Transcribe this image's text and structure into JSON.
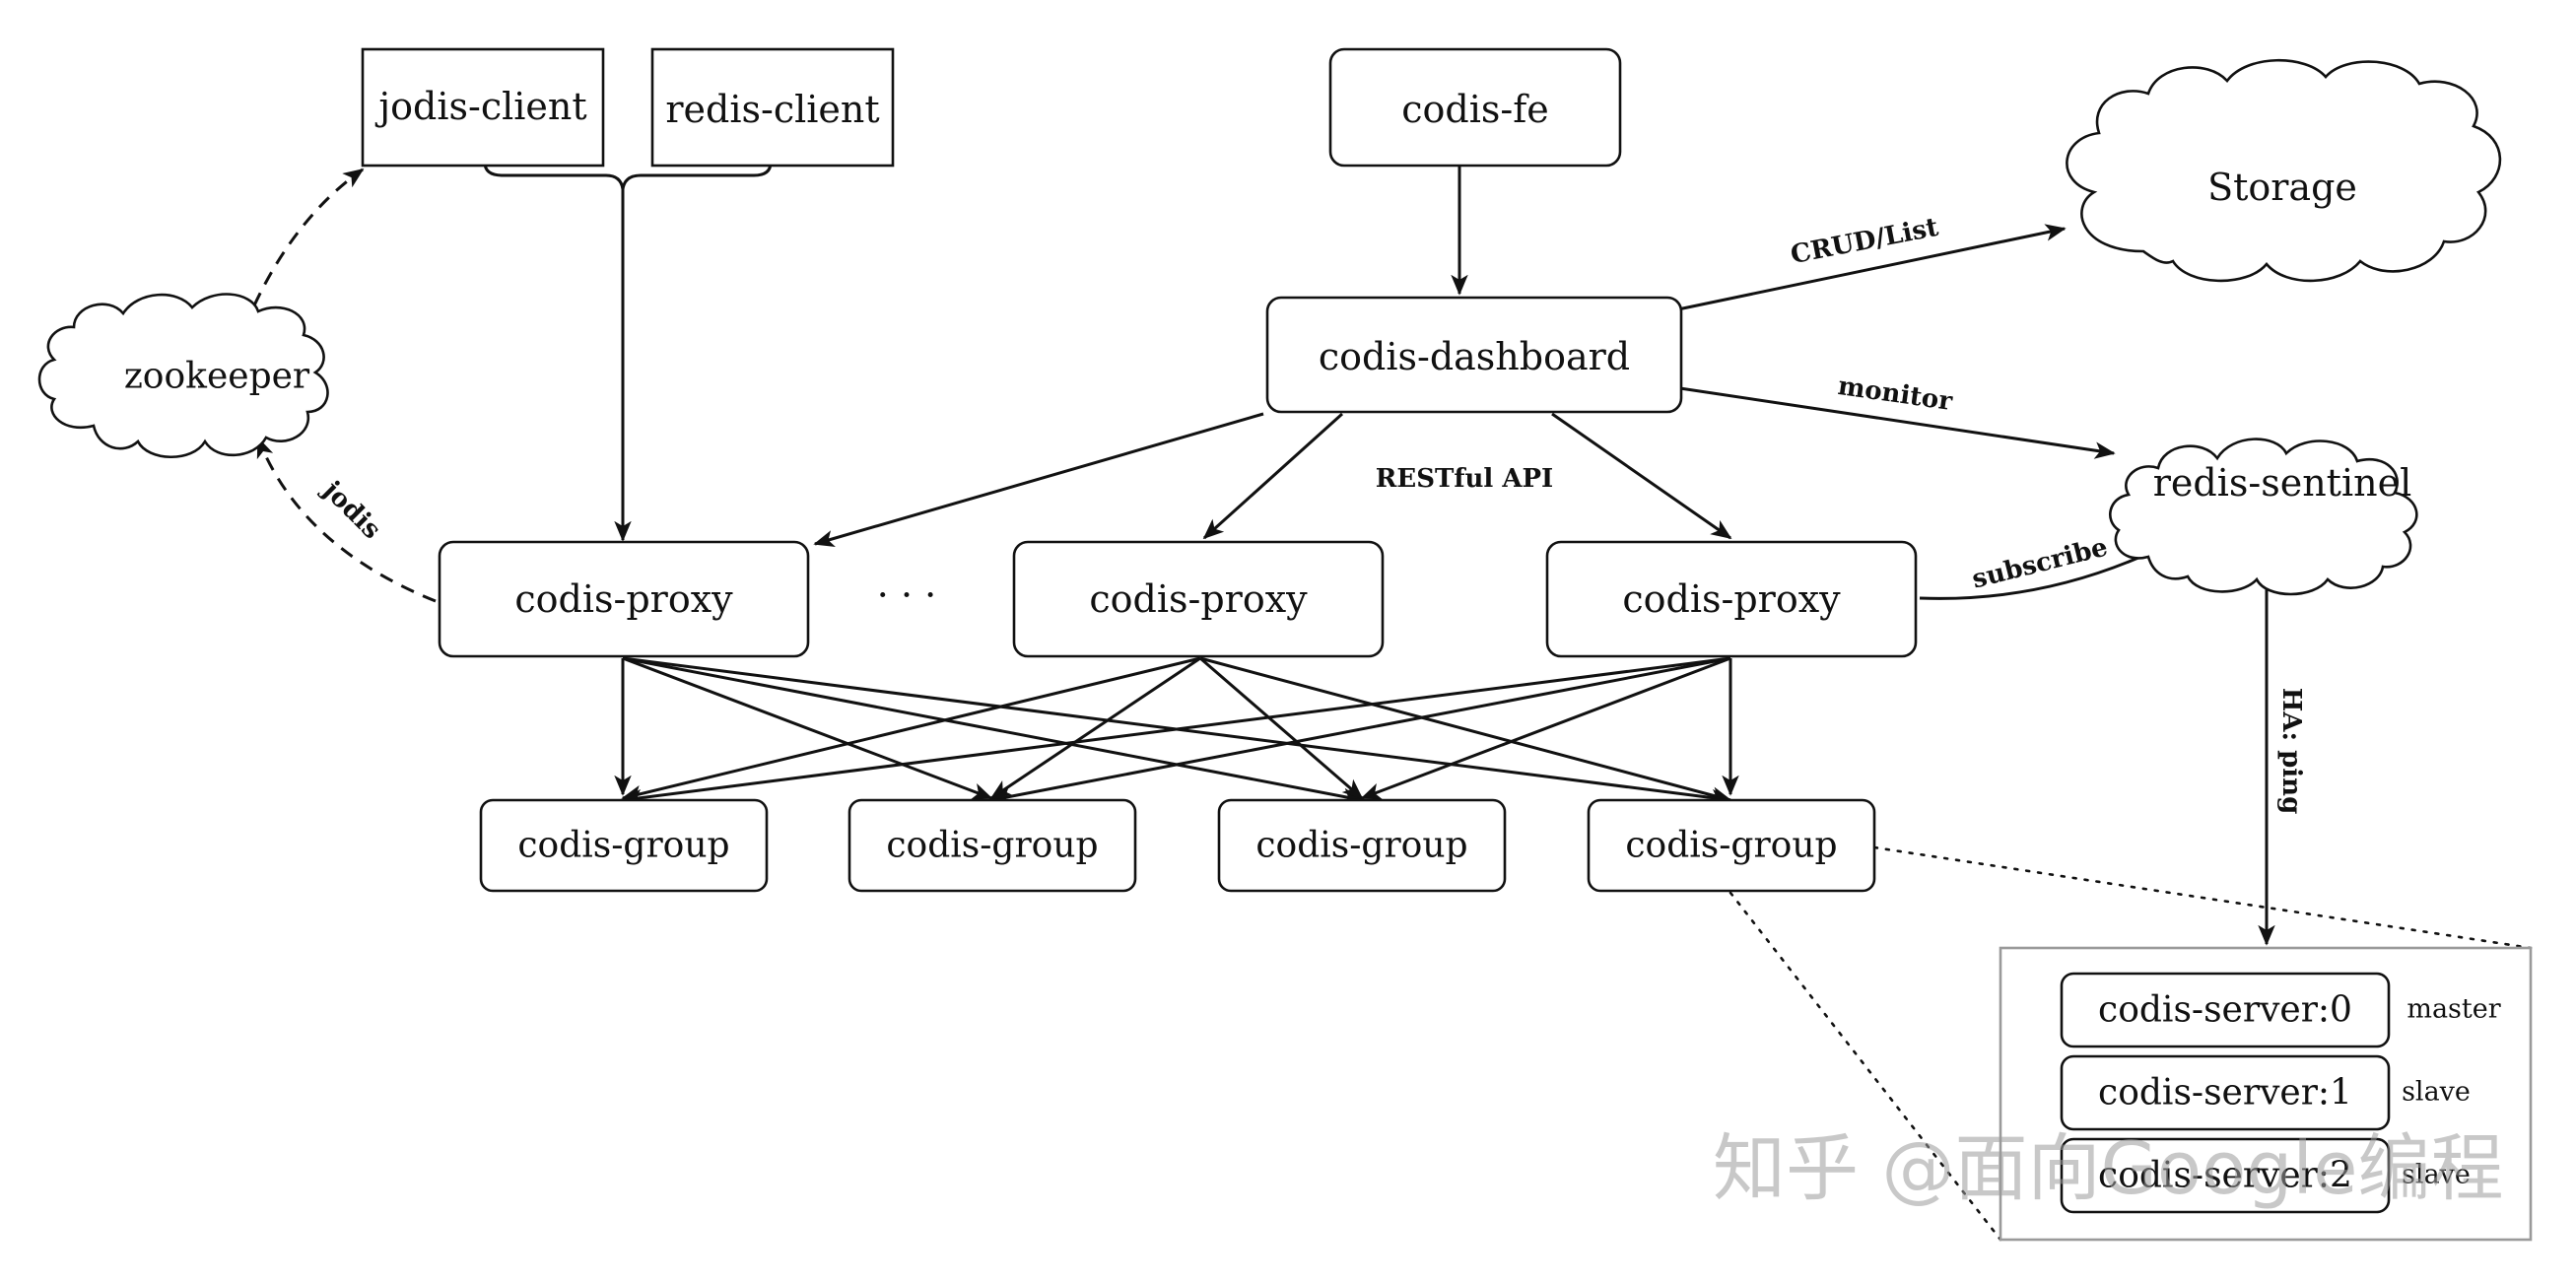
{
  "nodes": {
    "jodis_client": "jodis-client",
    "redis_client": "redis-client",
    "codis_fe": "codis-fe",
    "storage": "Storage",
    "zookeeper": "zookeeper",
    "codis_dashboard": "codis-dashboard",
    "redis_sentinel": "redis-sentinel",
    "codis_proxy": "codis-proxy",
    "proxy_ellipsis": "· · ·",
    "codis_group": "codis-group",
    "codis_server_0": "codis-server:0",
    "codis_server_1": "codis-server:1",
    "codis_server_2": "codis-server:2",
    "role_master": "master",
    "role_slave": "slave"
  },
  "edge_labels": {
    "crud_list": "CRUD/List",
    "monitor": "monitor",
    "restful_api": "RESTful API",
    "jodis": "jodis",
    "subscribe": "subscribe",
    "ha_ping": "HA: ping"
  },
  "watermark": "知乎 @面向Google编程"
}
